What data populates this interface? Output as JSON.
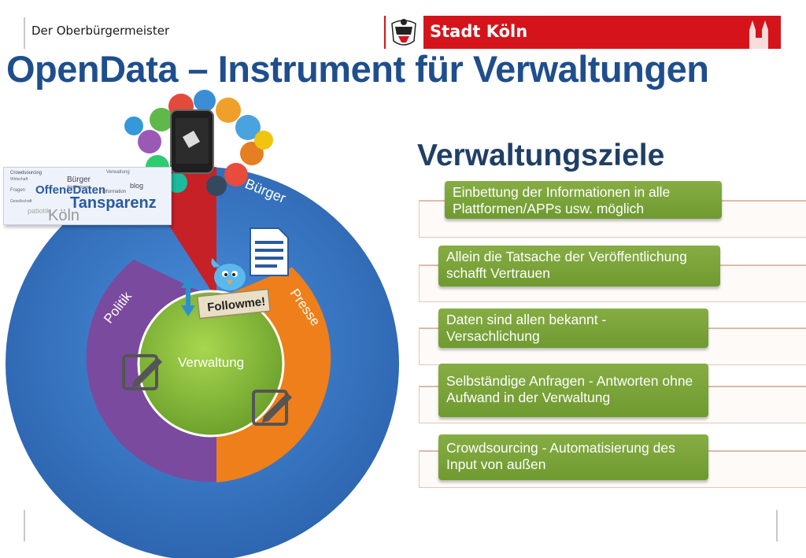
{
  "header": {
    "office": "Der Oberbürgermeister",
    "city_logo": "Stadt Köln"
  },
  "title": "OpenData – Instrument für Verwaltungen",
  "subheading": "Verwaltungsziele",
  "diagram": {
    "outer_label": "Bürger",
    "left_label": "Politik",
    "right_label": "Presse",
    "center_label": "Verwaltung",
    "follow_badge": "Followme!",
    "word_cloud": [
      "Crowdsourcing",
      "Bürger",
      "OffeneDaten",
      "Tansparenz",
      "Köln",
      "blog",
      "Wirtschaft",
      "Information",
      "Fragen",
      "Gesellschaft",
      "Verwaltung",
      "Applikationen",
      "patiotik"
    ],
    "colors": {
      "outer": "#3777c8",
      "politik": "#7a4a9e",
      "presse": "#ef7f1a",
      "center": "#8cc63f",
      "wedge": "#c72128"
    }
  },
  "goals": [
    {
      "text": "Einbettung der Informationen in alle Plattformen/APPs usw. möglich"
    },
    {
      "text": "Allein die Tatsache der Veröffentlichung schafft Vertrauen"
    },
    {
      "text": "Daten sind allen bekannt - Versachlichung"
    },
    {
      "text": "Selbständige Anfragen - Antworten ohne Aufwand  in der Verwaltung"
    },
    {
      "text": "Crowdsourcing - Automatisierung des Input von außen"
    }
  ]
}
